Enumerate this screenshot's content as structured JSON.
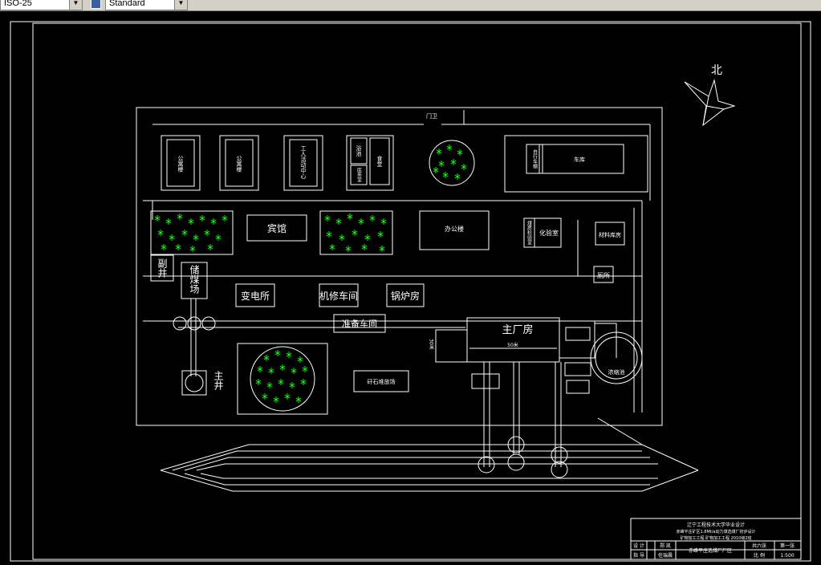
{
  "toolbar": {
    "dimstyle_value": "ISO-25",
    "textstyle_value": "Standard",
    "dimstyle_icon": "dimension-style-icon",
    "textstyle_icon": "text-style-icon"
  },
  "colors": {
    "background": "#000000",
    "linework": "#ffffff",
    "trees": "#00ff00"
  },
  "drawing": {
    "north_label": "北",
    "gate_label": "门卫",
    "buildings": {
      "dorm1": "公寓楼",
      "dorm2": "公寓楼",
      "worker_center": "工人活动中心",
      "bath": "浴池",
      "canteen": "食堂",
      "clinic": "医务室",
      "garage_small": "自行车棚",
      "garage": "车库",
      "hotel": "宾馆",
      "office": "办公楼",
      "lab_small": "煤质检验室",
      "lab": "化验室",
      "material_storage": "材料库房",
      "toilet": "厕所",
      "substation": "变电所",
      "repair": "机修车间",
      "boiler": "锅炉房",
      "prep_workshop": "准备车间",
      "main_plant": "主厂房",
      "gangue": "矸石堆放场",
      "concentrate_pond": "浓缩池",
      "aux_shaft": "副井",
      "coal_storage": "储煤场",
      "main_shaft": "主井"
    },
    "dimension_label": "50米",
    "dimension_label_v": "30米"
  },
  "titleblock": {
    "line1": "辽宁工程技术大学毕业设计",
    "line2": "赤峰平庄矿区1.8Mt/a动力煤选煤厂初步设计",
    "line3": "矿物加工工程  矿物加工工程  2010级2班",
    "title": "赤峰平庄选煤厂厂区",
    "designer_label": "设 计",
    "designer_value": "郑 凯",
    "tutor_label": "指 导",
    "tutor_value": "任瑞晨",
    "sheet_label": "共六张",
    "sheet_value": "第一张",
    "scale_label": "比 例",
    "scale_value": "1:500"
  }
}
